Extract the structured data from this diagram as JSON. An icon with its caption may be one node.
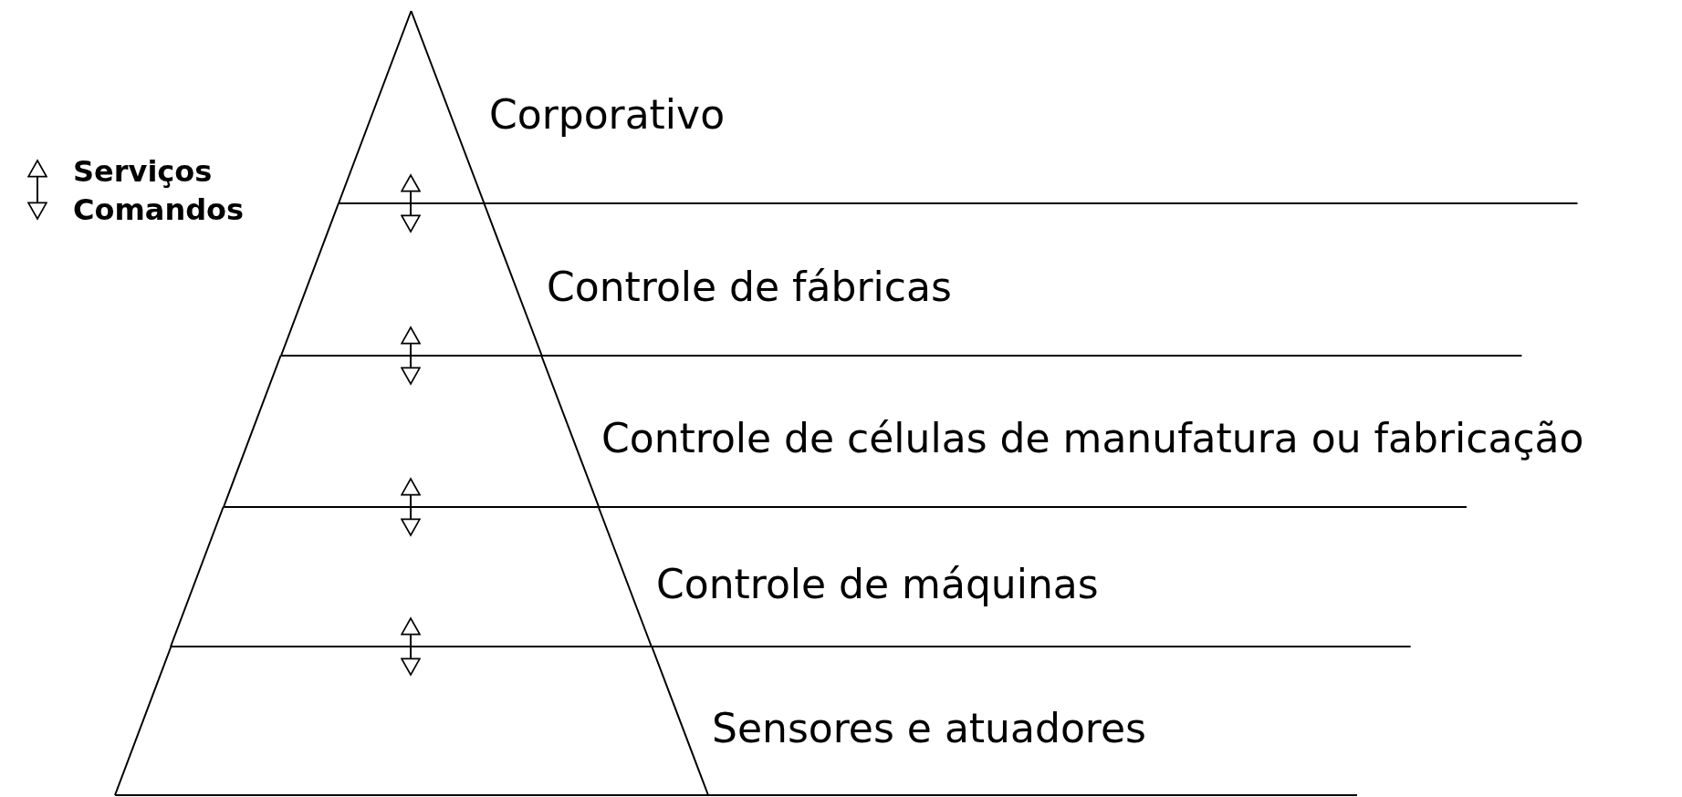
{
  "diagram": {
    "nodes": [
      {
        "text": [
          "Corporativo"
        ]
      },
      {
        "text": [
          "Controle de fábricas"
        ]
      },
      {
        "text": [
          "Controle de células de manufatura ou fabricação"
        ]
      },
      {
        "text": [
          "Controle de máquinas"
        ]
      },
      {
        "text": [
          "Sensores e atuadores"
        ]
      }
    ],
    "edges": [
      {
        "from": 0,
        "to": 1,
        "arrow": "both"
      },
      {
        "from": 1,
        "to": 2,
        "arrow": "both"
      },
      {
        "from": 2,
        "to": 3,
        "arrow": "both"
      },
      {
        "from": 3,
        "to": 4,
        "arrow": "both"
      }
    ],
    "legend": [
      {
        "text": "Serviços Comandos"
      }
    ]
  }
}
